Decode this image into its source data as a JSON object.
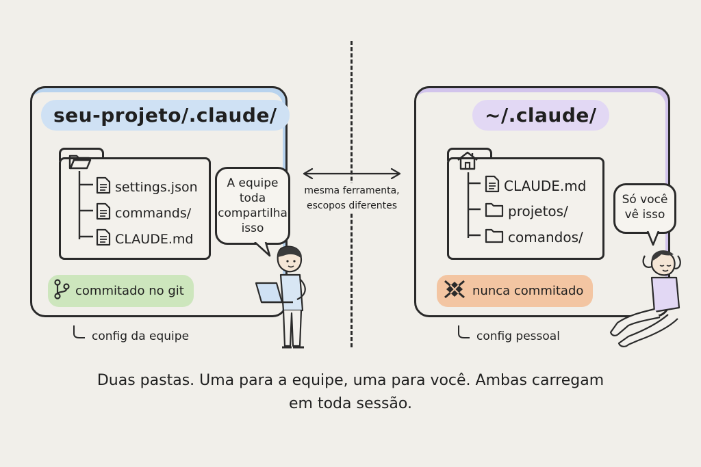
{
  "left": {
    "title": "seu-projeto/.claude/",
    "files": [
      "settings.json",
      "commands/",
      "CLAUDE.md"
    ],
    "badge": "commitado no git",
    "caption": "config da equipe",
    "bubble": [
      "A equipe",
      "toda",
      "compartilha",
      "isso"
    ]
  },
  "right": {
    "title": "~/.claude/",
    "files": [
      "CLAUDE.md",
      "projetos/",
      "comandos/"
    ],
    "badge": "nunca commitado",
    "caption": "config pessoal",
    "bubble": [
      "Só você",
      "vê isso"
    ]
  },
  "middle": {
    "line1": "mesma ferramenta,",
    "line2": "escopos diferentes"
  },
  "summary": {
    "line1": "Duas pastas. Uma para a equipe, uma para você. Ambas carregam",
    "line2": "em toda sessão."
  },
  "icons": {
    "folder-open": "folder-open-icon",
    "house": "house-icon",
    "file": "file-icon",
    "folder": "folder-icon",
    "git-branch": "git-branch-icon",
    "no-commit": "no-commit-icon"
  },
  "colors": {
    "left_accent": "#cfe1f4",
    "right_accent": "#e2d8f4",
    "git_badge": "#cde6bd",
    "never_badge": "#f3c5a2"
  }
}
